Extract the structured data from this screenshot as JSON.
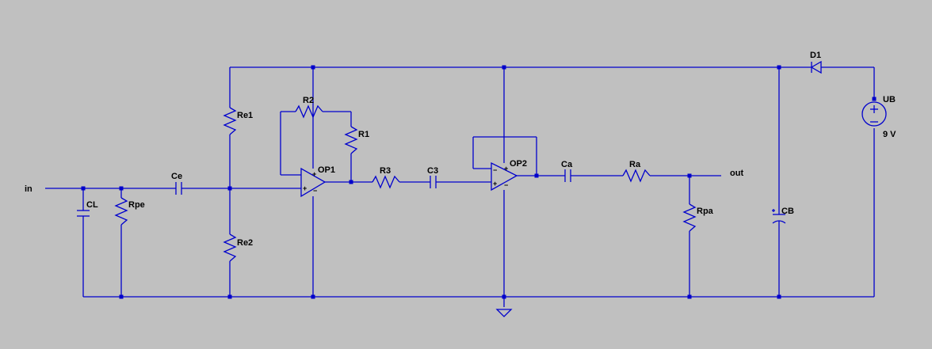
{
  "colors": {
    "background": "#c0c0c0",
    "wire": "#0000cc",
    "text": "#000000"
  },
  "labels": {
    "in": "in",
    "out": "out",
    "CL": "CL",
    "Rpe": "Rpe",
    "Ce": "Ce",
    "Re1": "Re1",
    "Re2": "Re2",
    "R2": "R2",
    "R1": "R1",
    "OP1": "OP1",
    "R3": "R3",
    "C3": "C3",
    "OP2": "OP2",
    "Ca": "Ca",
    "Ra": "Ra",
    "Rpa": "Rpa",
    "CB": "CB",
    "D1": "D1",
    "UB": "UB",
    "UB_value": "9 V"
  },
  "symbols": {
    "plus": "+",
    "minus": "−"
  }
}
